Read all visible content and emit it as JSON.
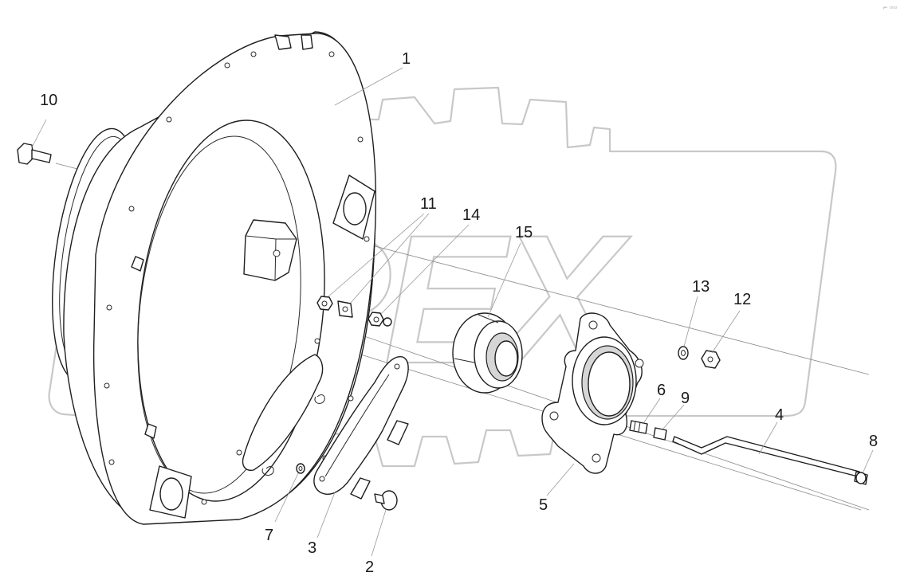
{
  "watermark": {
    "text": "OPEX"
  },
  "corner_mark": {
    "text": "⌐ ▫▫▫"
  },
  "callouts": {
    "c1": "1",
    "c2": "2",
    "c3": "3",
    "c4": "4",
    "c5": "5",
    "c6": "6",
    "c7": "7",
    "c8": "8",
    "c9": "9",
    "c10": "10",
    "c11": "11",
    "c12": "12",
    "c13": "13",
    "c14": "14",
    "c15": "15"
  }
}
